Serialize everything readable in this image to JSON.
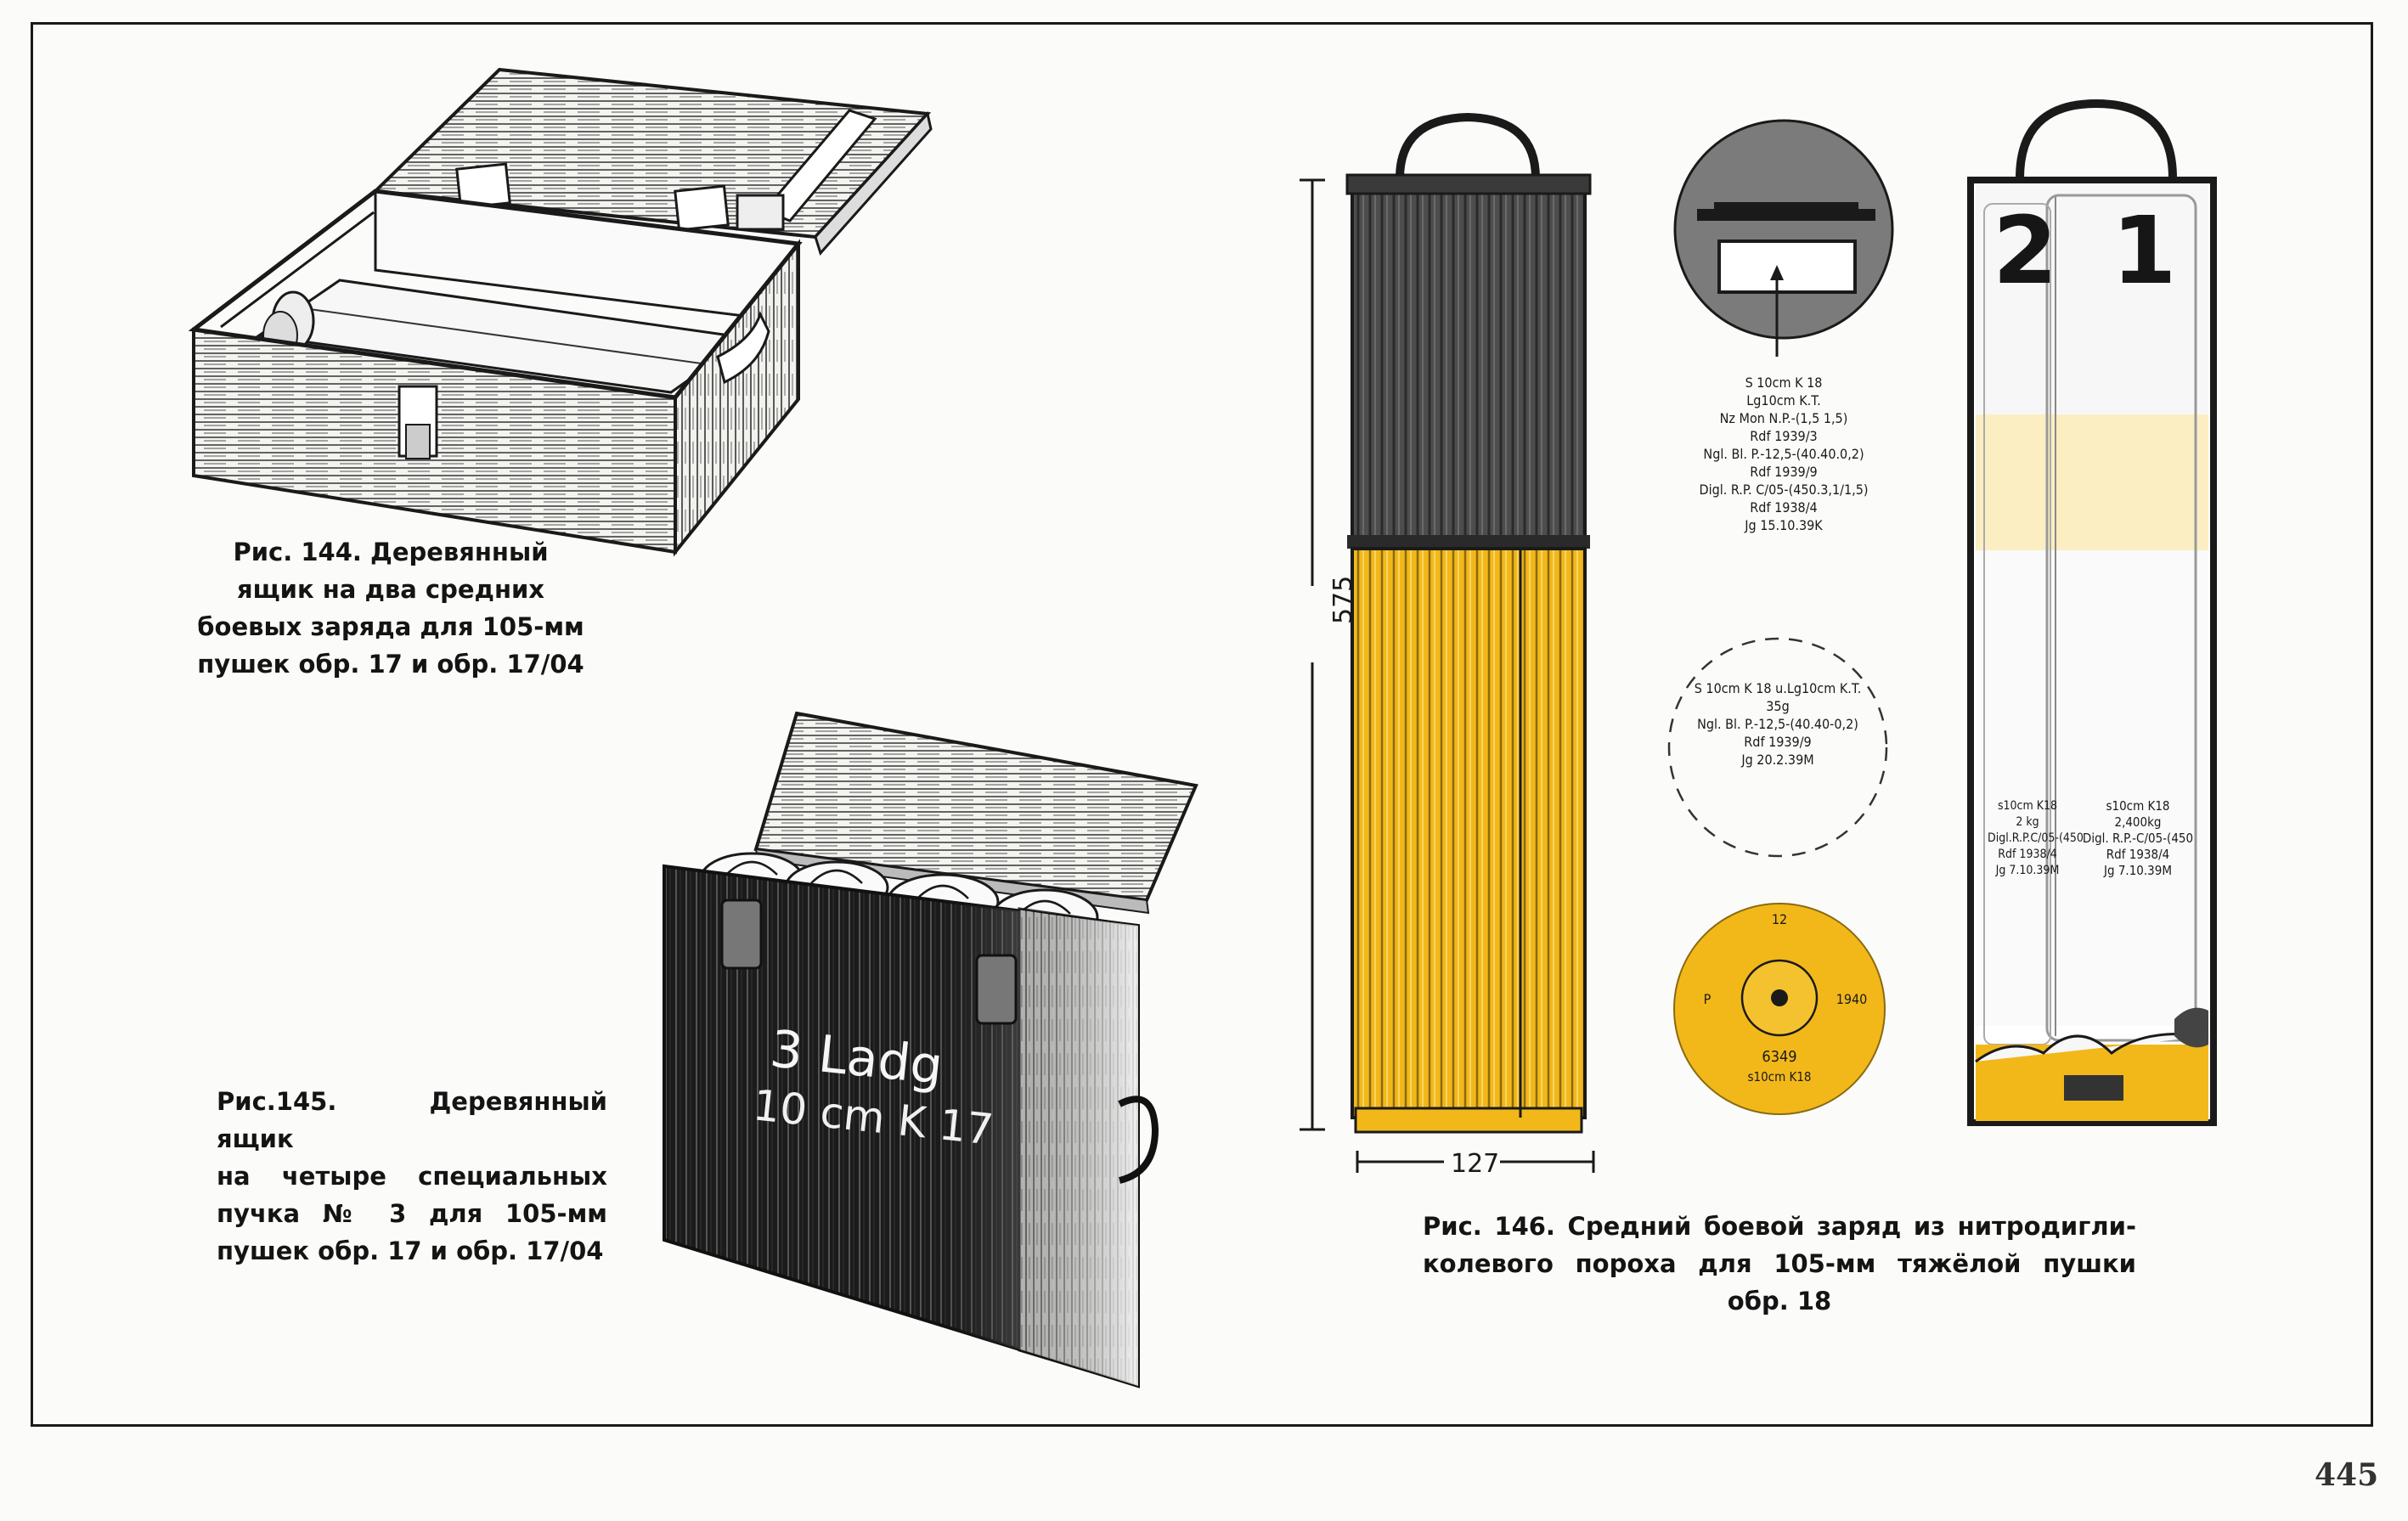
{
  "figures": {
    "fig144": {
      "caption": [
        "Рис. 144. Деревянный",
        "ящик на два средних",
        "боевых заряда для 105-мм",
        "пушек обр. 17 и обр. 17/04"
      ]
    },
    "fig145": {
      "caption": [
        "Рис.145. Деревянный ящик",
        "на четыре специальных",
        "пучка № 3 для 105-мм",
        "пушек обр. 17 и обр. 17/04"
      ],
      "box_marking": [
        "3 Ladg",
        "10 cm K 17"
      ]
    },
    "fig146": {
      "caption": [
        "Рис. 146. Средний боевой заряд из нитродигли-",
        "колевого пороха для 105-мм тяжёлой пушки",
        "обр. 18"
      ],
      "dimension_height": "575",
      "dimension_width": "127",
      "label_block": [
        "S 10cm K 18",
        "Lg10cm K.T.",
        "Nz Mon N.P.-(1,5 1,5)",
        "Rdf 1939/3",
        "Ngl. Bl. P.-12,5-(40.40.0,2)",
        "Rdf 1939/9",
        "Digl. R.P. C/05-(450.3,1/1,5)",
        "Rdf 1938/4",
        "Jg 15.10.39K"
      ],
      "stamp_circle": [
        "S 10cm K 18 u.Lg10cm K.T.",
        "35g",
        "Ngl. Bl. P.-12,5-(40.40-0,2)",
        "Rdf 1939/9",
        "Jg 20.2.39M"
      ],
      "base_disc": {
        "top": "12",
        "left": "P",
        "right": "1940",
        "lot": "6349",
        "gun": "s10cm K18"
      },
      "section_numbers": [
        "2",
        "1"
      ],
      "bag2_label": [
        "s10cm K18",
        "2 kg",
        "Digl.R.P.C/05-(450",
        "Rdf 1938/4",
        "Jg 7.10.39M"
      ],
      "bag1_label": [
        "s10cm K18",
        "2,400kg",
        "Digl. R.P.-C/05-(450",
        "Rdf 1938/4",
        "Jg 7.10.39M"
      ]
    }
  },
  "page_number": "445",
  "colors": {
    "yellow": "#f2b81a",
    "dark_gray": "#4a4a4a",
    "line": "#1a1a1a"
  }
}
